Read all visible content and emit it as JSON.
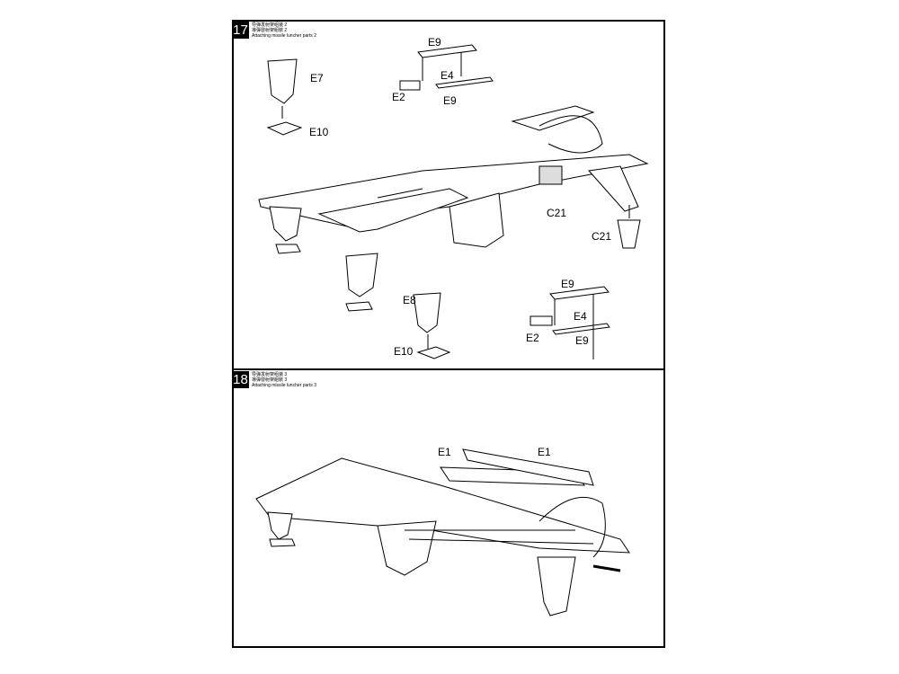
{
  "steps": [
    {
      "number": "17",
      "title_cn1": "导弹发射架组装 2",
      "title_cn2": "導彈發射架組裝 2",
      "title_en": "Attaching missile luncher parts 2",
      "labels": [
        "E9",
        "E4",
        "E2",
        "E9",
        "E7",
        "E10",
        "C21",
        "C21",
        "E8",
        "E9",
        "E4",
        "E2",
        "E10",
        "E9"
      ]
    },
    {
      "number": "18",
      "title_cn1": "导弹发射架组装 3",
      "title_cn2": "導彈發射架組裝 3",
      "title_en": "Attaching missile luncher parts 3",
      "labels": [
        "E1",
        "E1"
      ]
    }
  ]
}
